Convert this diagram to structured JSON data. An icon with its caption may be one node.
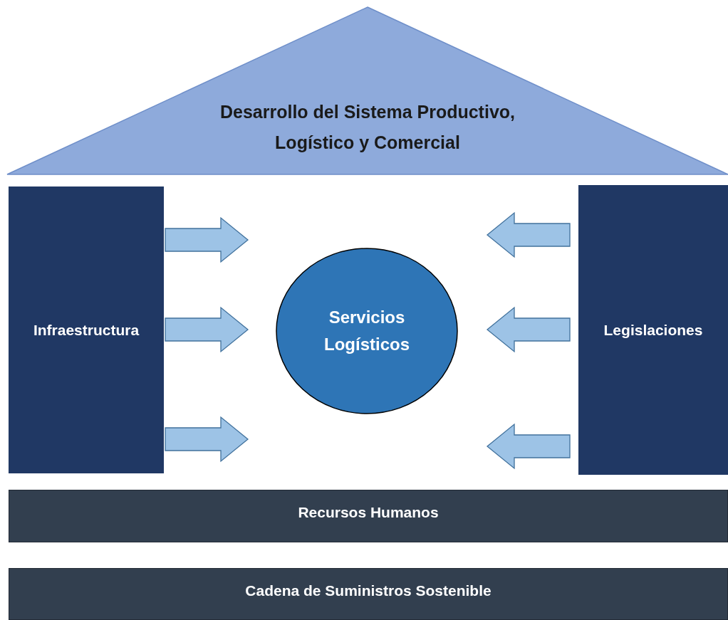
{
  "diagram": {
    "nodes": [
      {
        "text": [
          "Desarrollo del Sistema Productivo, Logístico y Comercial"
        ]
      },
      {
        "text": [
          "Infraestructura"
        ]
      },
      {
        "text": [
          "Servicios Logísticos"
        ]
      },
      {
        "text": [
          "Legislaciones"
        ]
      },
      {
        "text": [
          "Recursos Humanos"
        ]
      },
      {
        "text": [
          "Cadena de Suministros Sostenible"
        ]
      }
    ],
    "edges": [
      {
        "from": 1,
        "to": 2,
        "arrow": "to"
      },
      {
        "from": 1,
        "to": 2,
        "arrow": "to"
      },
      {
        "from": 1,
        "to": 2,
        "arrow": "to"
      },
      {
        "from": 3,
        "to": 2,
        "arrow": "to"
      },
      {
        "from": 3,
        "to": 2,
        "arrow": "to"
      },
      {
        "from": 3,
        "to": 2,
        "arrow": "to"
      }
    ]
  }
}
